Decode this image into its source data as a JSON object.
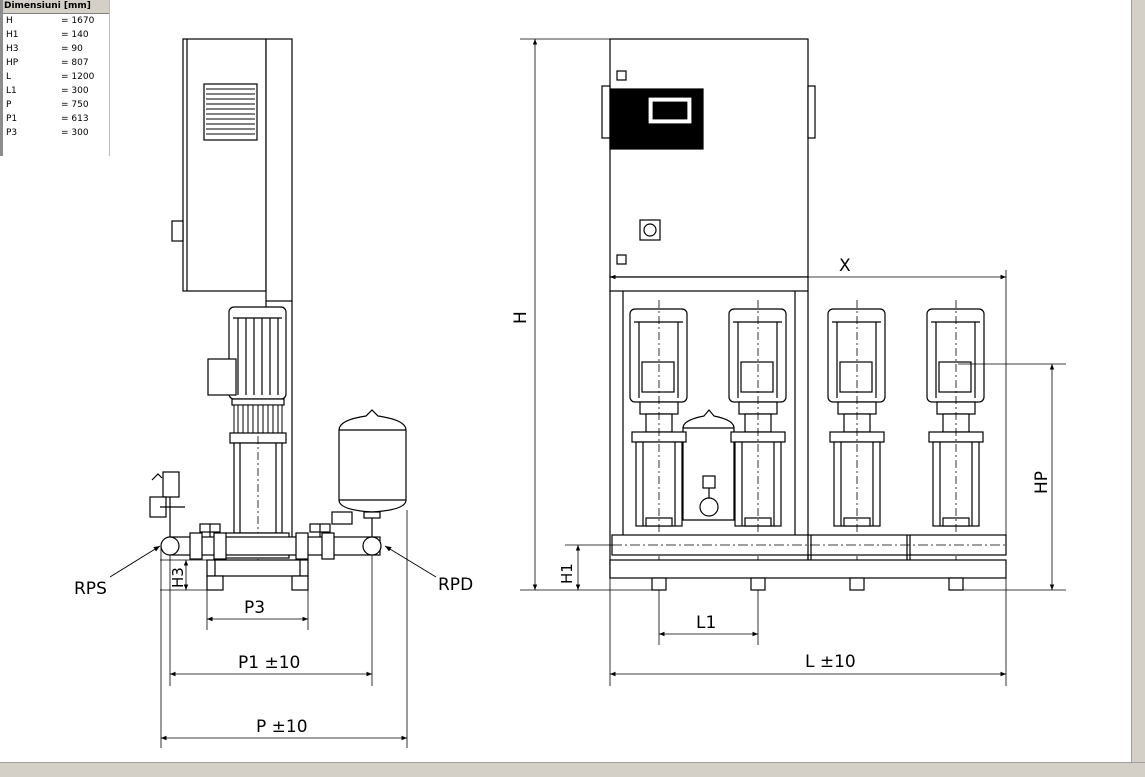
{
  "dimensions": {
    "title": "Dimensiuni [mm]",
    "rows": [
      {
        "key": "H",
        "value": "= 1670"
      },
      {
        "key": "H1",
        "value": "= 140"
      },
      {
        "key": "H3",
        "value": "= 90"
      },
      {
        "key": "HP",
        "value": "= 807"
      },
      {
        "key": "L",
        "value": "= 1200"
      },
      {
        "key": "L1",
        "value": "= 300"
      },
      {
        "key": "P",
        "value": "= 750"
      },
      {
        "key": "P1",
        "value": "= 613"
      },
      {
        "key": "P3",
        "value": "= 300"
      }
    ]
  },
  "drawing": {
    "labels": {
      "rps": "RPS",
      "rpd": "RPD",
      "h3": "H3",
      "p3": "P3",
      "p1": "P1 ±10",
      "p": "P ±10",
      "h": "H",
      "x": "X",
      "hp": "HP",
      "h1": "H1",
      "l1": "L1",
      "l": "L ±10"
    }
  }
}
